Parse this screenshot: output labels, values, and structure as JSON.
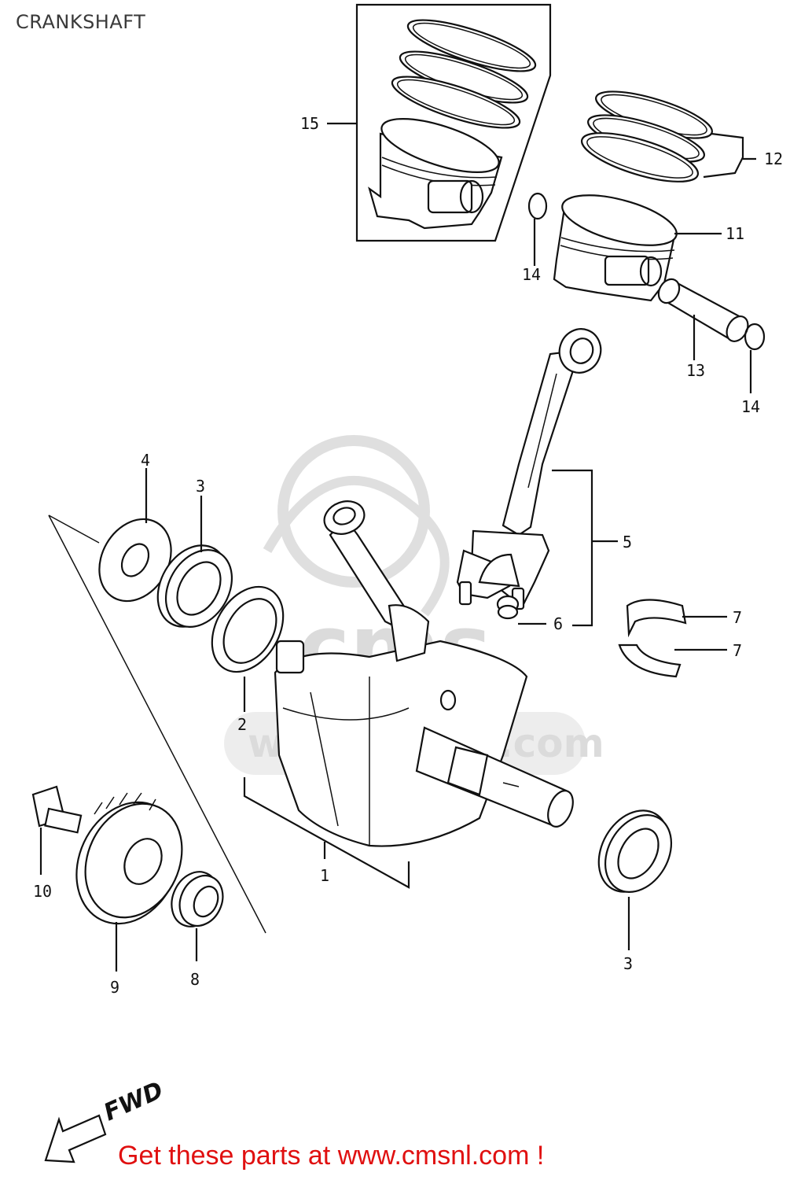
{
  "header": {
    "title": "CRANKSHAFT"
  },
  "callouts": {
    "p1": "1",
    "p2": "2",
    "p3a": "3",
    "p3b": "3",
    "p4": "4",
    "p5": "5",
    "p6": "6",
    "p7a": "7",
    "p7b": "7",
    "p8": "8",
    "p9": "9",
    "p10": "10",
    "p11": "11",
    "p12": "12",
    "p13": "13",
    "p14a": "14",
    "p14b": "14",
    "p15": "15"
  },
  "direction": {
    "label": "FWD",
    "icon": "arrow-left-down-icon"
  },
  "watermark": {
    "brand": "cms",
    "url": "www.cmsnl.com"
  },
  "footer": {
    "promo": "Get these parts at www.cmsnl.com !"
  },
  "colors": {
    "promo": "#e01010",
    "line": "#111111",
    "watermark": "#d8d8d8"
  }
}
